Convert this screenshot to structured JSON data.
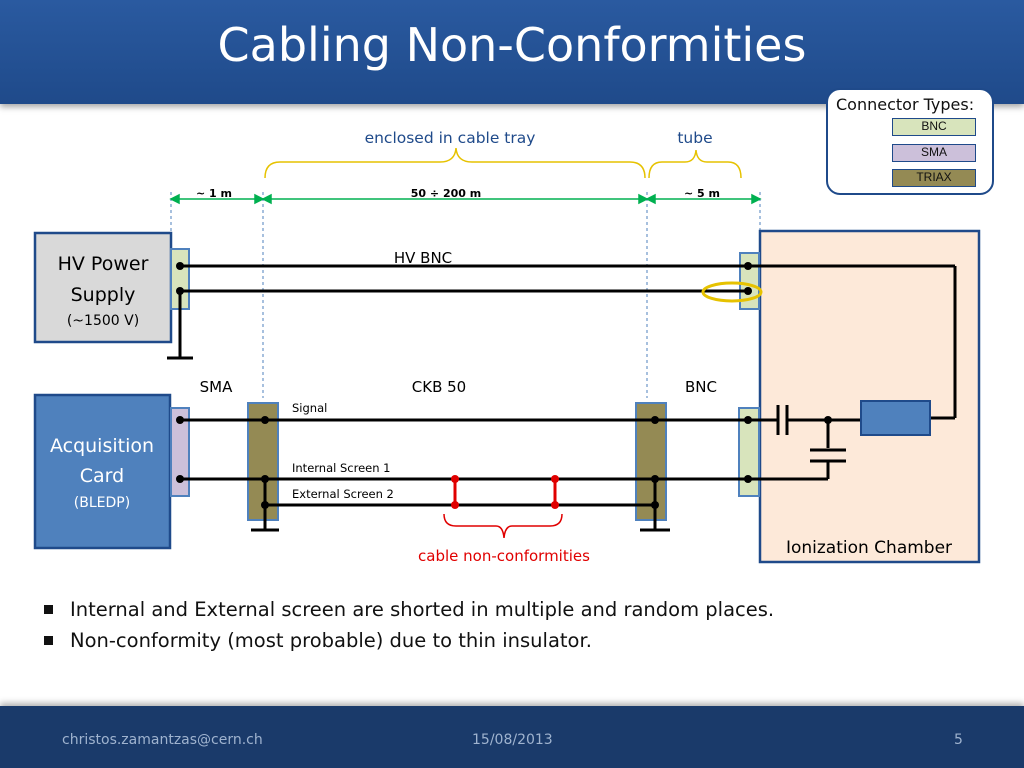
{
  "header": {
    "title": "Cabling Non-Conformities"
  },
  "legend": {
    "title": "Connector Types:",
    "items": [
      {
        "label": "BNC",
        "color": "#d8e4bc"
      },
      {
        "label": "SMA",
        "color": "#ccc0da"
      },
      {
        "label": "TRIAX",
        "color": "#948a54"
      }
    ]
  },
  "spans": {
    "cable_tray": "enclosed in cable tray",
    "tube": "tube",
    "len_1": "~ 1 m",
    "len_2": "50 ÷ 200 m",
    "len_3": "~ 5 m"
  },
  "boxes": {
    "hv_line1": "HV Power",
    "hv_line2": "Supply",
    "hv_line3": "(~1500 V)",
    "acq_line1": "Acquisition",
    "acq_line2": "Card",
    "acq_line3": "(BLEDP)",
    "chamber": "Ionization Chamber"
  },
  "cables": {
    "hv_bnc": "HV BNC",
    "ckb50": "CKB 50",
    "sma": "SMA",
    "bnc": "BNC",
    "signal": "Signal",
    "internal_screen": "Internal Screen 1",
    "external_screen": "External Screen 2",
    "non_conformities": "cable non-conformities"
  },
  "bullets": [
    "Internal and External screen are shorted in multiple and random places.",
    "Non-conformity (most probable) due to thin insulator."
  ],
  "footer": {
    "email": "christos.zamantzas@cern.ch",
    "date": "15/08/2013",
    "page": "5"
  },
  "colors": {
    "header": "#1f4a8a",
    "blue_box": "#4f81bd",
    "chamber_fill": "#fde9d9",
    "measure_green": "#00b050",
    "brace_yellow": "#e6c200",
    "fault_red": "#e00000",
    "triax": "#948a54",
    "bnc": "#d8e4bc",
    "sma": "#ccc0da"
  }
}
